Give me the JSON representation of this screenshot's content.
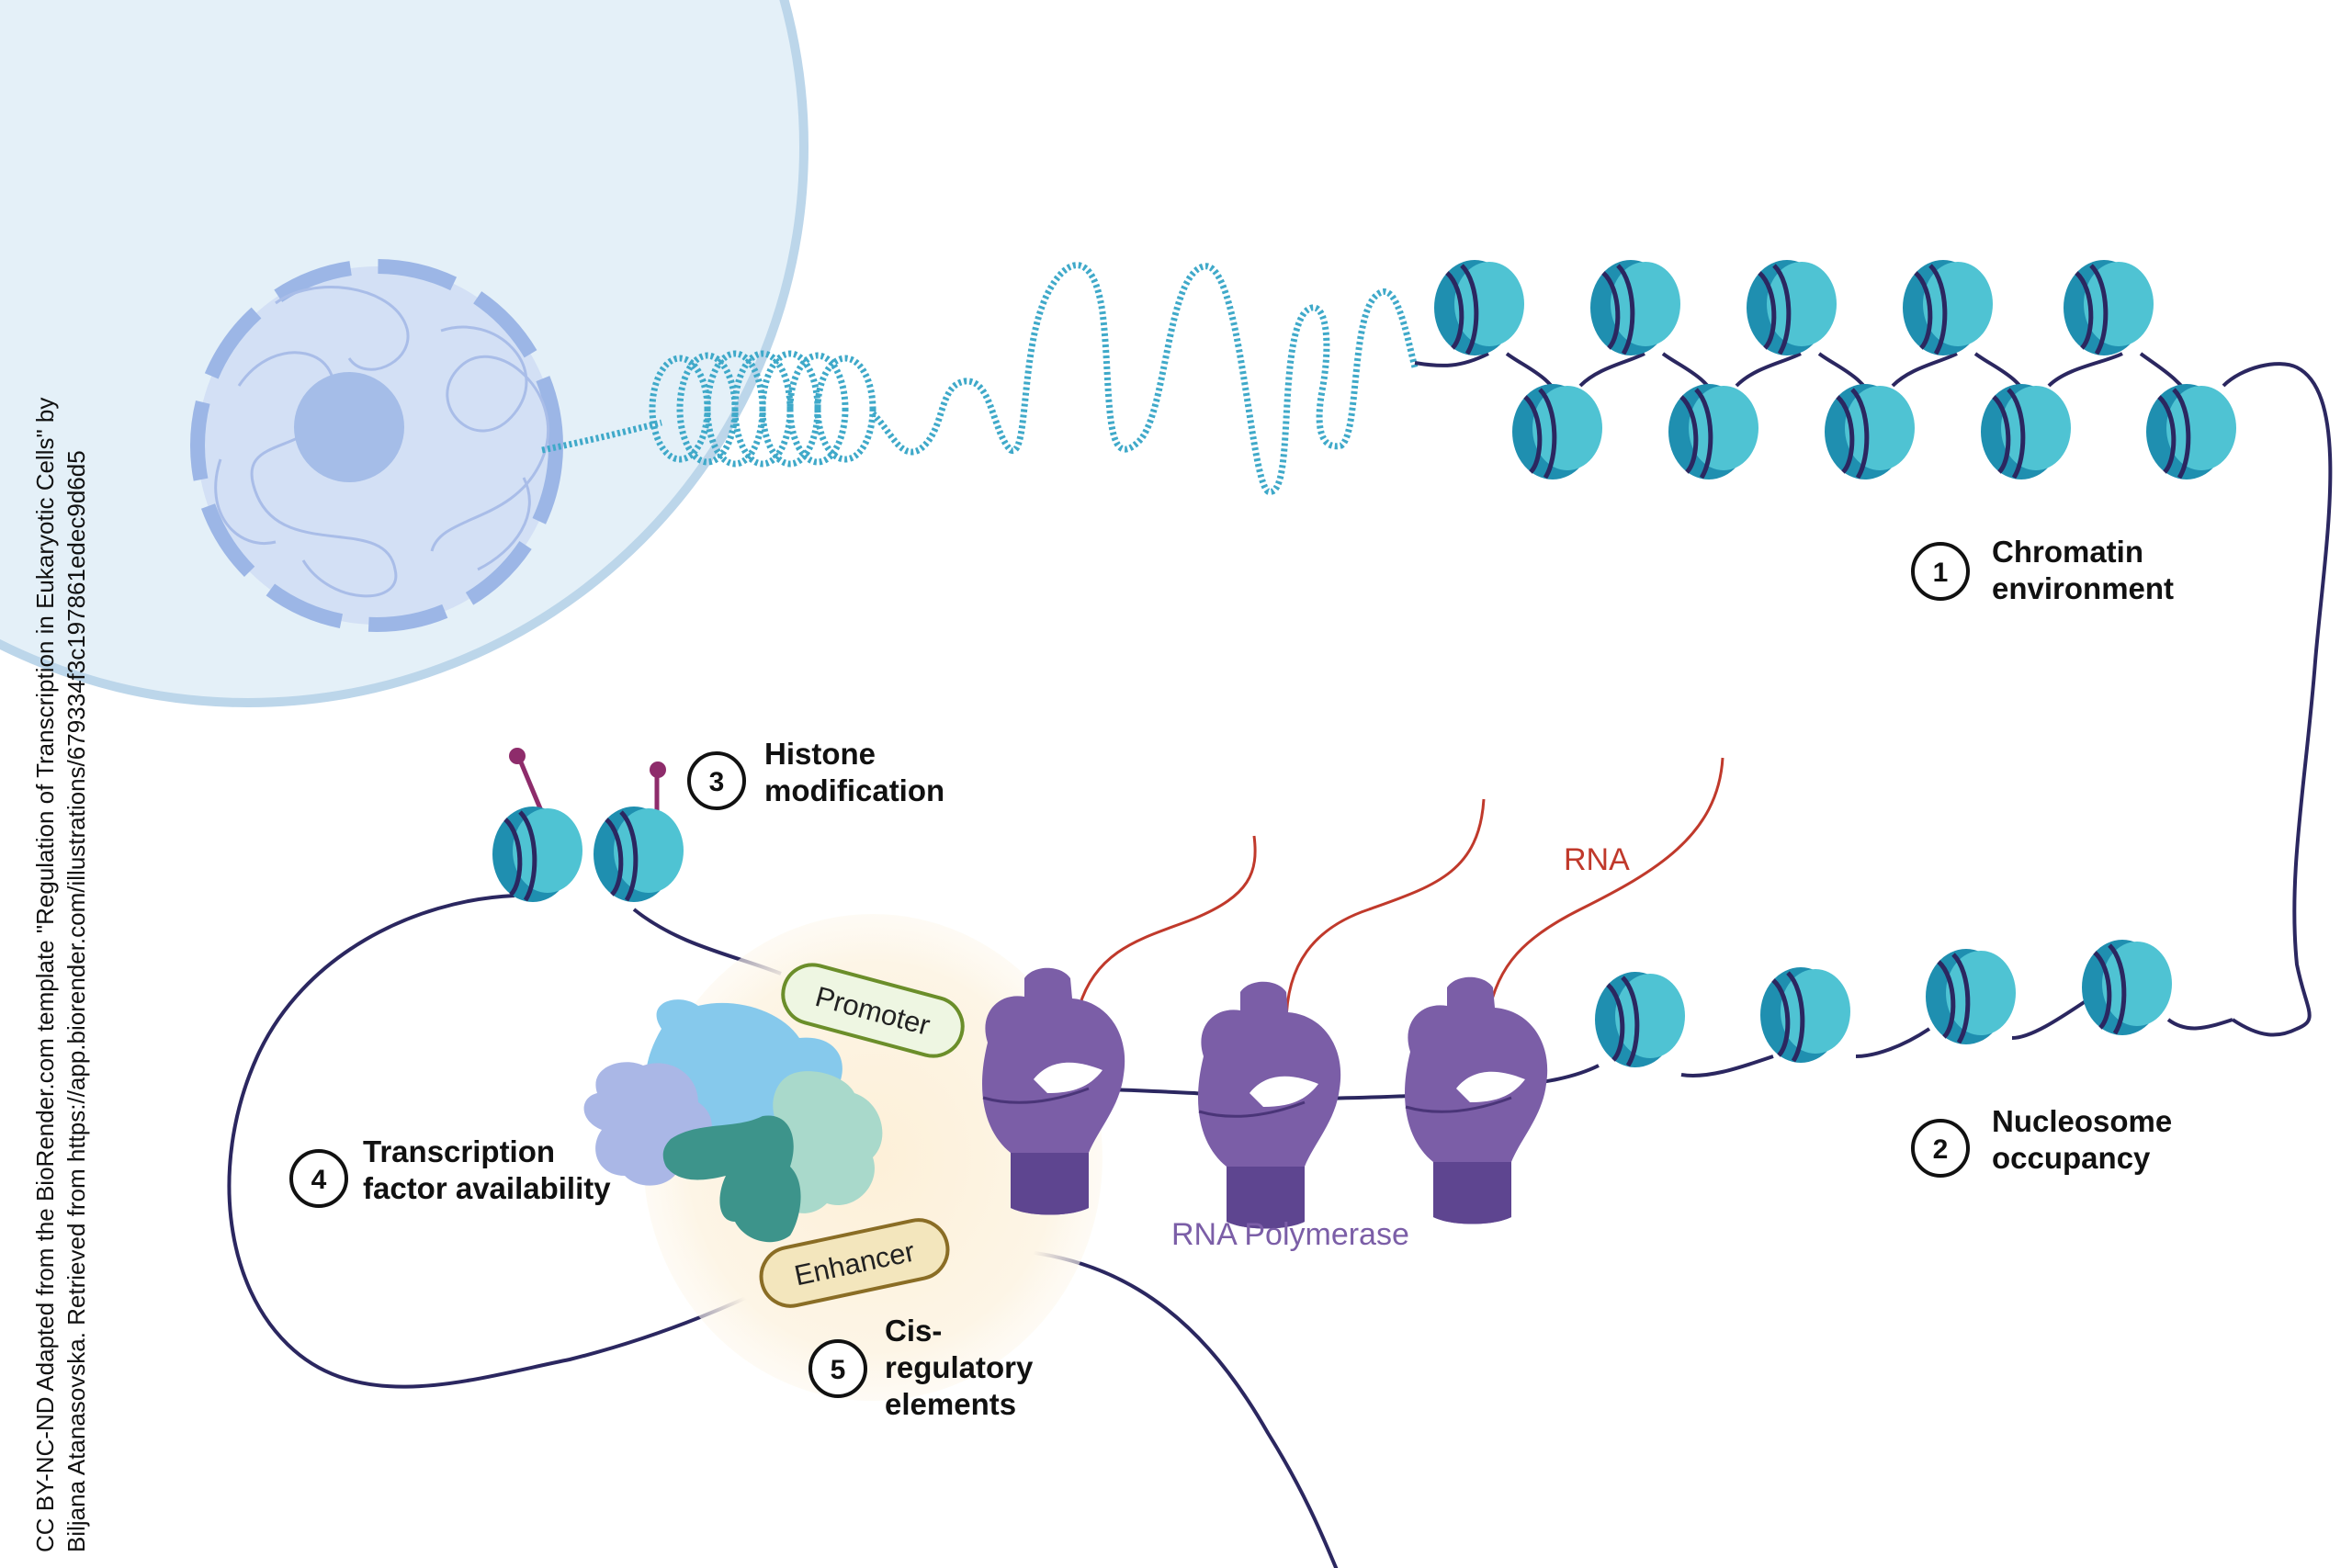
{
  "credit": {
    "line1": "CC BY-NC-ND Adapted from the BioRender.com template \"Regulation of Transcription in Eukaryotic Cells\" by",
    "line2": "Biljana Atanasovska. Retrieved from https://app.biorender.com/illustrations/679334f3c197861edec9d6d5"
  },
  "factors": [
    {
      "number": "1",
      "lines": [
        "Chromatin",
        "environment"
      ]
    },
    {
      "number": "2",
      "lines": [
        "Nucleosome",
        "occupancy"
      ]
    },
    {
      "number": "3",
      "lines": [
        "Histone",
        "modification"
      ]
    },
    {
      "number": "4",
      "lines": [
        "Transcription",
        "factor availability"
      ]
    },
    {
      "number": "5",
      "lines": [
        "Cis-",
        "regulatory",
        "elements"
      ]
    }
  ],
  "labels": {
    "promoter": "Promoter",
    "enhancer": "Enhancer",
    "rna": "RNA",
    "rna_polymerase": "RNA Polymerase"
  },
  "colors": {
    "dna_strand": "#2b2760",
    "nucleosome": "#4fc3d3",
    "chromatin_fiber": "#3fa9c9",
    "rna": "#c0392b",
    "polymerase": "#7b5ea7",
    "polymerase_label": "#7b5ea7",
    "cell": "#e4f0f8",
    "nucleus": "#cfdcf3",
    "promoter_fill": "#eef6e2",
    "promoter_border": "#6b8e2a",
    "enhancer_fill": "#f3e6bd",
    "enhancer_border": "#8a6d25",
    "regulatory_glow": "#fdf3df"
  }
}
